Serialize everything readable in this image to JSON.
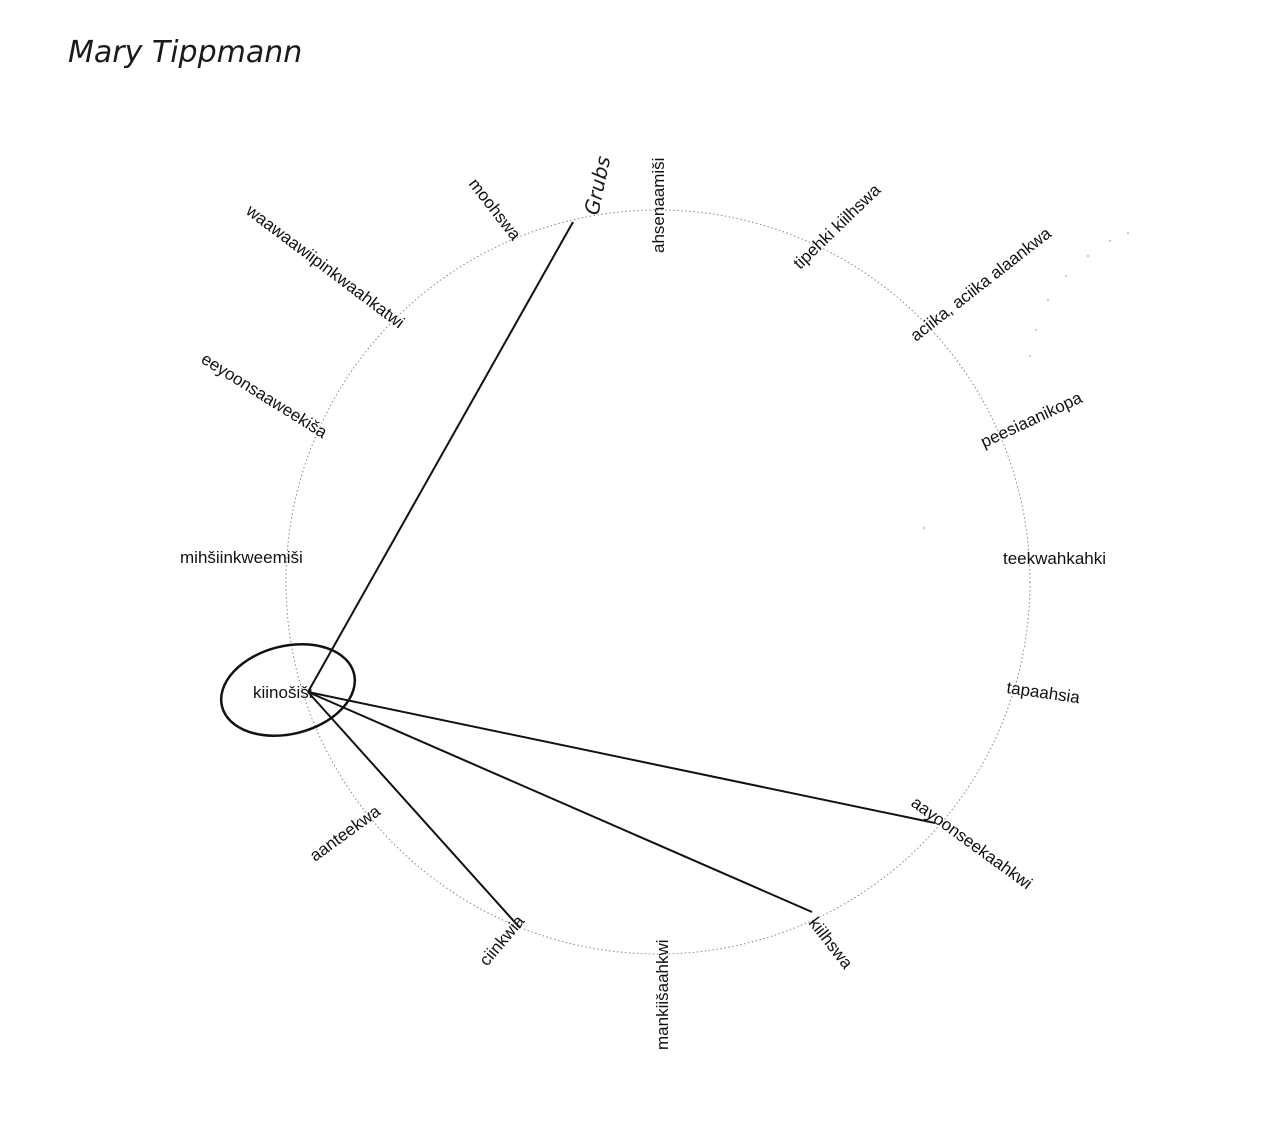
{
  "author_signature": "Mary Tippmann",
  "handwritten_label": "Grubs",
  "circled_term": "kiinošiši",
  "terms": {
    "ahsenaamisi": "ahsenaamiši",
    "tipehki_kiilhswa": "tipehki kiilhswa",
    "acika": "aciika, aciika alaankwa",
    "peesiaanikopa": "peesiaanikopa",
    "teekwahkahki": "teekwahkahki",
    "tapaahsia": "tapaahsia",
    "aayoonseekaahkwi": "aayoonseekaahkwi",
    "kiilhswa": "kiilhswa",
    "mankiisaahkwi": "mankiišaahkwi",
    "ciinkwia": "ciinkwia",
    "aanteekwa": "aanteekwa",
    "kiinosisi": "kiinošiši",
    "mihsiinkweemisi": "mihšiinkweemiši",
    "eeyoonsaaweekisa": "eeyoonsaaweekiša",
    "waawaawiipinkwaahkatwi": "waawaawiipinkwaahkatwi",
    "moohswa": "moohswa"
  },
  "connections": [
    {
      "from": "kiinošiši",
      "to": "Grubs"
    },
    {
      "from": "kiinošiši",
      "to": "aayoonseekaahkwi"
    },
    {
      "from": "kiinošiši",
      "to": "kiilhswa"
    },
    {
      "from": "kiinošiši",
      "to": "ciinkwia"
    }
  ],
  "colors": {
    "ink": "#111111",
    "circle": "#888888",
    "background": "#ffffff"
  }
}
